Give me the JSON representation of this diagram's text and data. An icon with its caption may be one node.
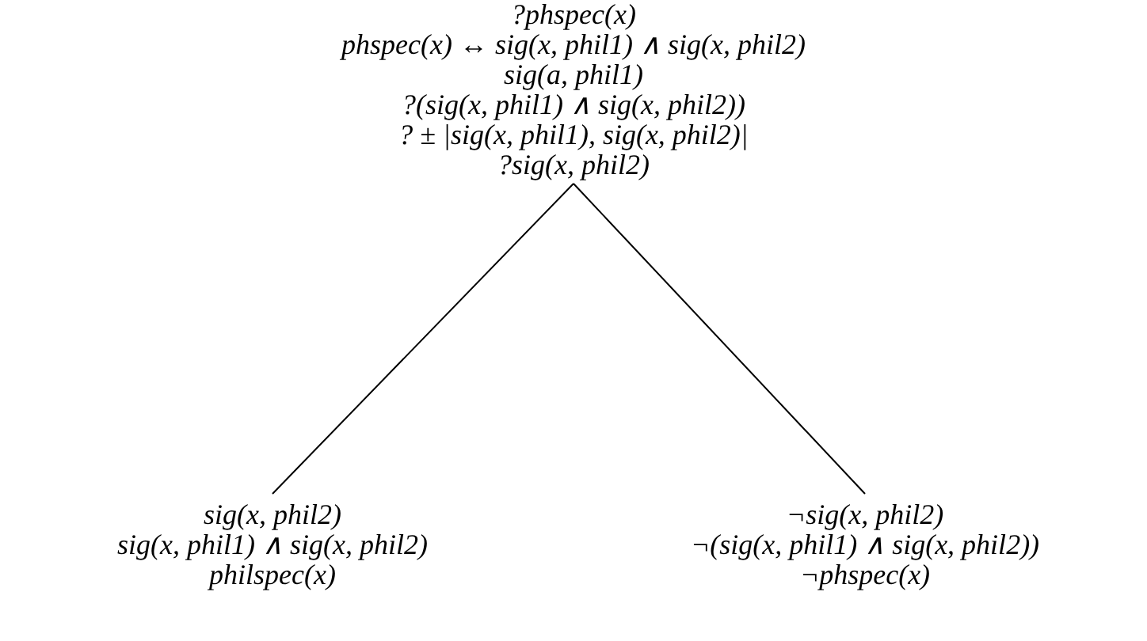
{
  "diagram": {
    "nodes": [
      {
        "text": [
          "?phspec(x)",
          "phspec(x) ↔ sig(x, phil1) ∧ sig(x, phil2)",
          "sig(a, phil1)",
          "?(sig(x, phil1) ∧ sig(x, phil2))",
          "? ± |sig(x, phil1), sig(x, phil2)|",
          "?sig(x, phil2)"
        ]
      },
      {
        "text": [
          "sig(x, phil2)",
          "sig(x, phil1) ∧ sig(x, phil2)",
          "philspec(x)"
        ]
      },
      {
        "text": [
          "¬sig(x, phil2)",
          "¬(sig(x, phil1) ∧ sig(x, phil2))",
          "¬phspec(x)"
        ]
      }
    ],
    "edges": [
      {
        "from": 0,
        "to": 1,
        "arrow": "none"
      },
      {
        "from": 0,
        "to": 2,
        "arrow": "none"
      }
    ]
  }
}
